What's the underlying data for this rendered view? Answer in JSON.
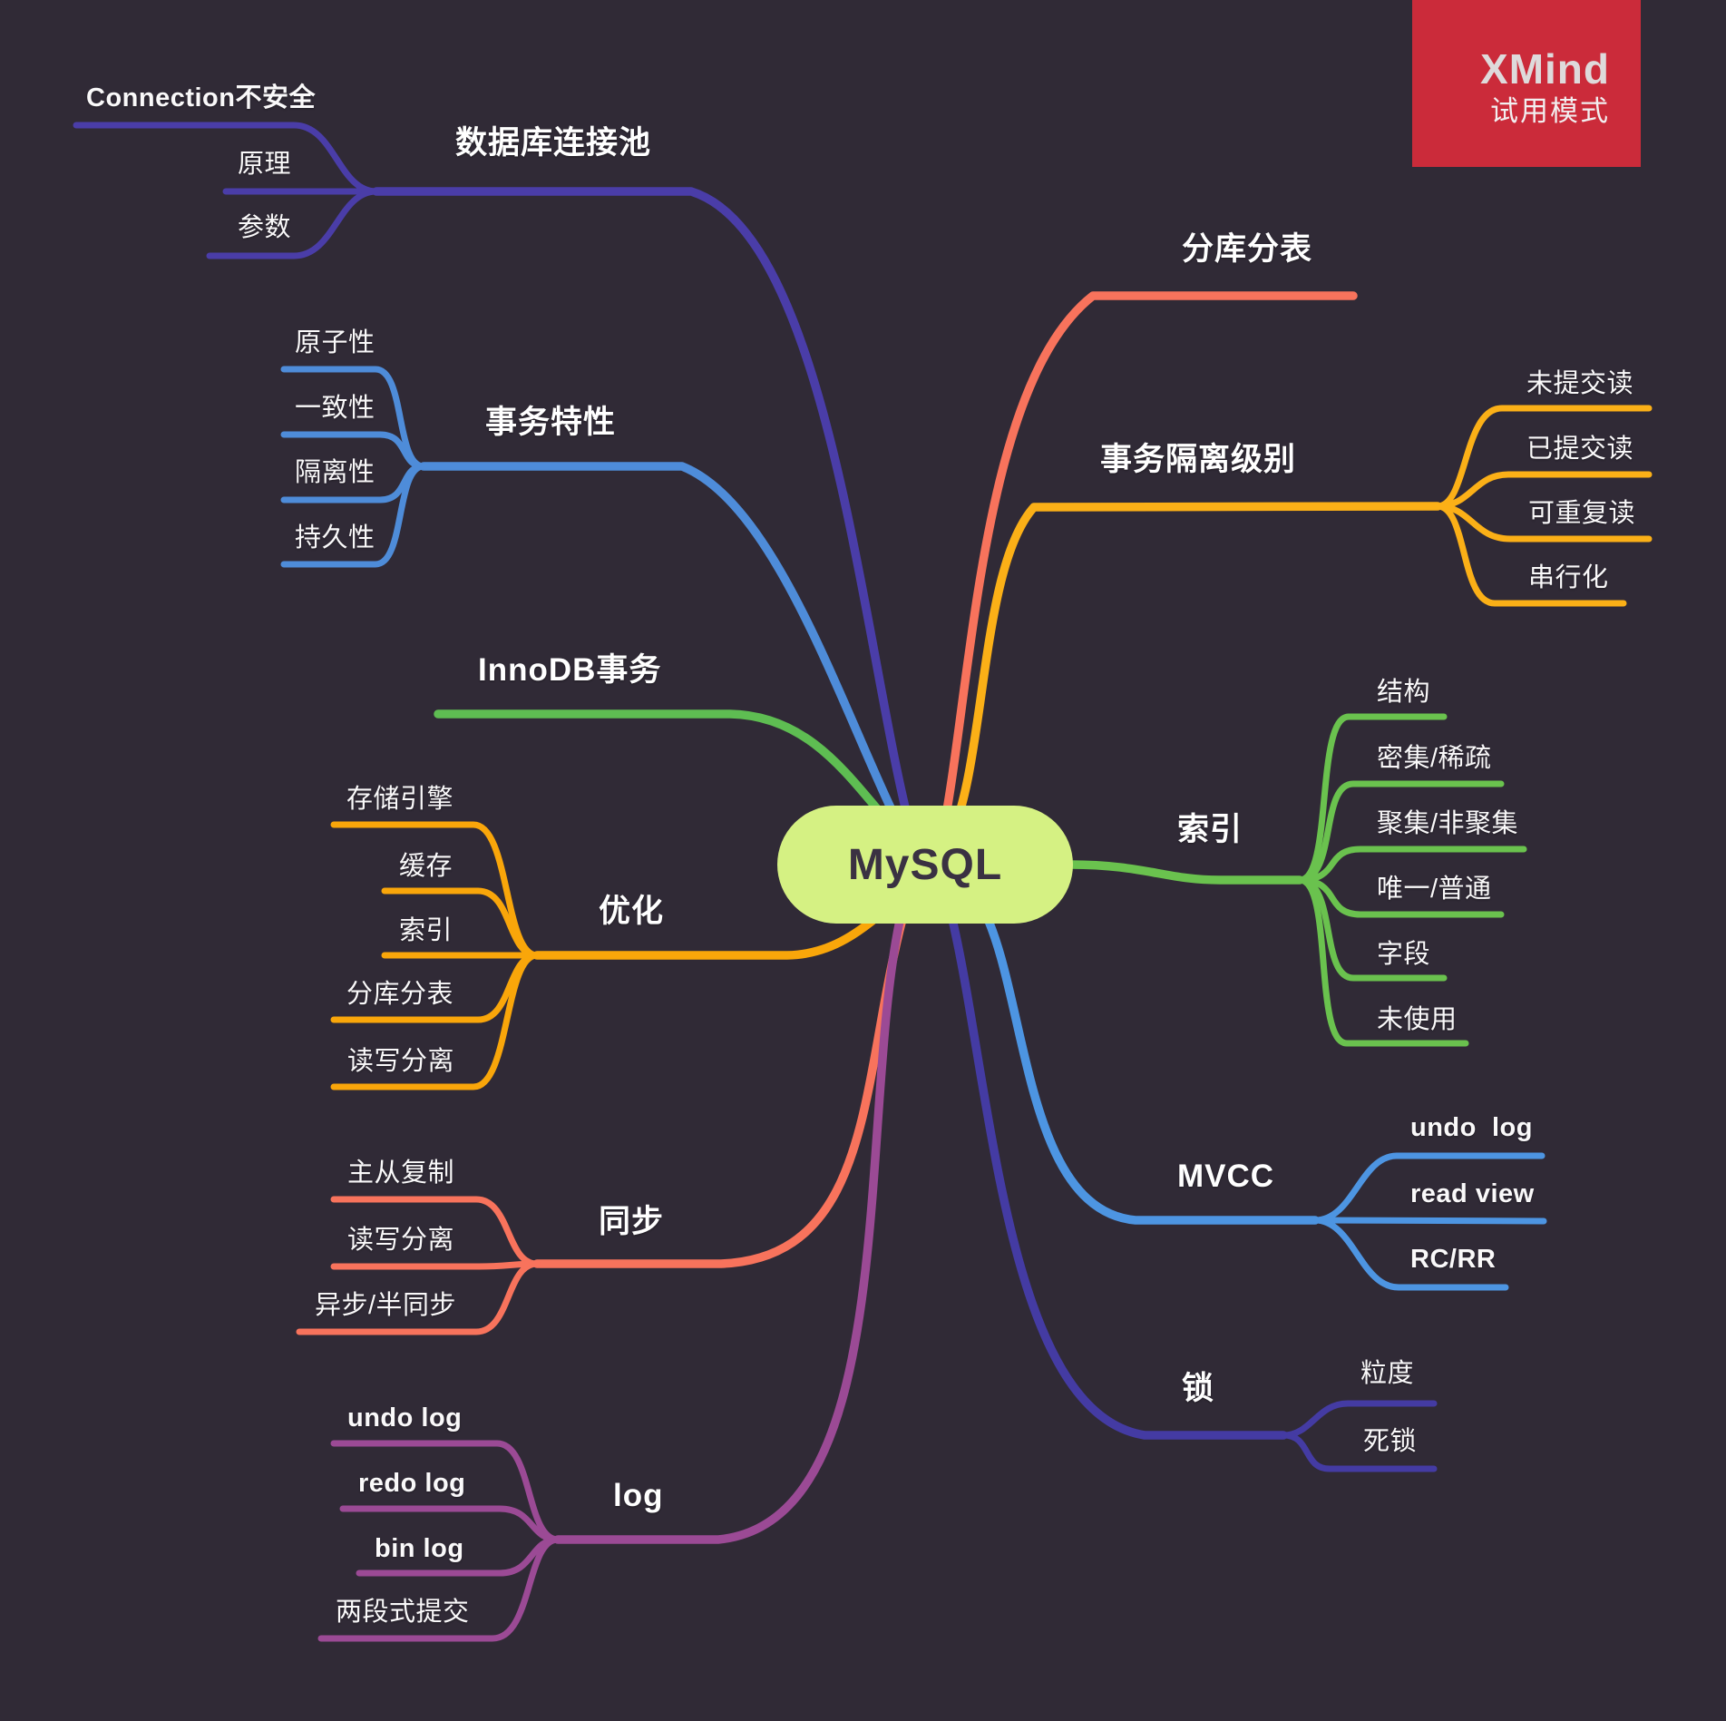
{
  "canvas": {
    "background": "#302a36",
    "label_color": "#faf9fa"
  },
  "watermark": {
    "title": "XMind",
    "subtitle": "试用模式",
    "background": "#cb2b3a"
  },
  "root": {
    "label": "MySQL",
    "fill": "#d5f183",
    "text_color": "#3a3142"
  },
  "topics": [
    {
      "id": "conn_pool",
      "label": "数据库连接池",
      "color": "#4a3da8",
      "children": [
        "Connection不安全",
        "原理",
        "参数"
      ]
    },
    {
      "id": "tx_traits",
      "label": "事务特性",
      "color": "#4e8cd9",
      "children": [
        "原子性",
        "一致性",
        "隔离性",
        "持久性"
      ]
    },
    {
      "id": "innodb_tx",
      "label": "InnoDB事务",
      "color": "#5ebd52",
      "children": []
    },
    {
      "id": "optimization",
      "label": "优化",
      "color": "#f9a60a",
      "children": [
        "存储引擎",
        "缓存",
        "索引",
        "分库分表",
        "读写分离"
      ]
    },
    {
      "id": "sync",
      "label": "同步",
      "color": "#f8735c",
      "children": [
        "主从复制",
        "读写分离",
        "异步/半同步"
      ]
    },
    {
      "id": "log",
      "label": "log",
      "color": "#9b4a95",
      "children": [
        "undo log",
        "redo log",
        "bin log",
        "两段式提交"
      ]
    },
    {
      "id": "sharding",
      "label": "分库分表",
      "color": "#f8735c",
      "children": []
    },
    {
      "id": "isolation",
      "label": "事务隔离级别",
      "color": "#fbb017",
      "children": [
        "未提交读",
        "已提交读",
        "可重复读",
        "串行化"
      ]
    },
    {
      "id": "index",
      "label": "索引",
      "color": "#6ac24e",
      "children": [
        "结构",
        "密集/稀疏",
        "聚集/非聚集",
        "唯一/普通",
        "字段",
        "未使用"
      ]
    },
    {
      "id": "mvcc",
      "label": "MVCC",
      "color": "#4d95e2",
      "children": [
        "undo  log",
        "read view",
        "RC/RR"
      ]
    },
    {
      "id": "lock",
      "label": "锁",
      "color": "#443ba3",
      "children": [
        "粒度",
        "死锁"
      ]
    }
  ]
}
